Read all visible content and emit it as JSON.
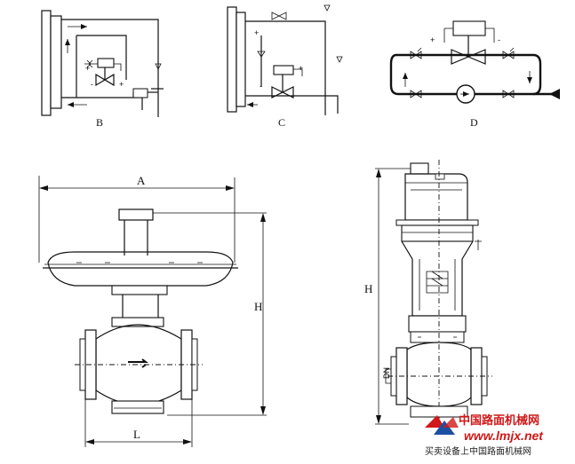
{
  "diagrams": {
    "install_b": {
      "label": "B"
    },
    "install_c": {
      "label": "C"
    },
    "install_d": {
      "label": "D"
    }
  },
  "dimensions": {
    "width_label": "A",
    "height_label": "H",
    "length_label": "L",
    "side_height_label": "H"
  },
  "signs": {
    "plus": "+",
    "minus": "-",
    "dn": "DN"
  },
  "watermark": {
    "brand_cn": "中国路面机械网",
    "url": "www.lmjx.net",
    "caption": "买卖设备上中国路面机械网"
  }
}
